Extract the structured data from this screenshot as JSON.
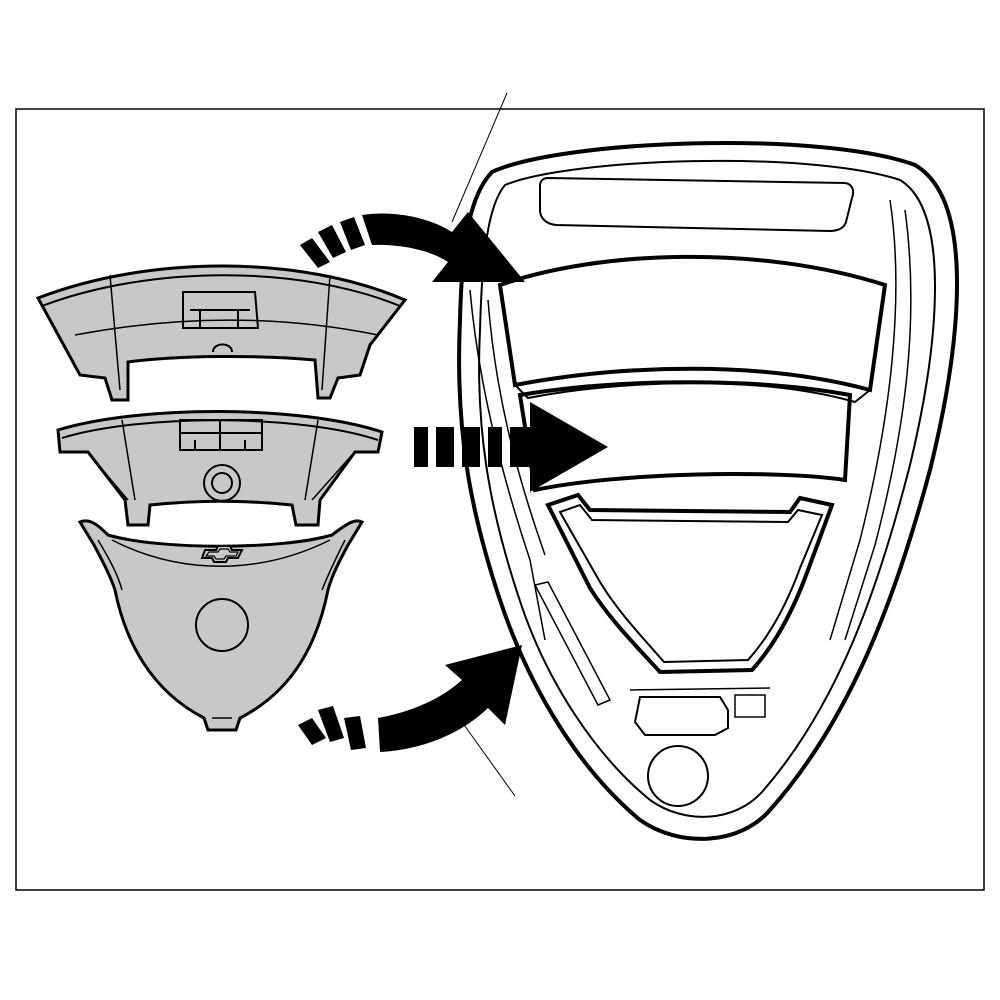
{
  "diagram": {
    "parts": [
      {
        "name": "upper-trim-piece"
      },
      {
        "name": "middle-trim-piece"
      },
      {
        "name": "lower-trim-piece-with-emblem"
      }
    ],
    "target": {
      "name": "steering-wheel-hub"
    },
    "arrows": [
      {
        "name": "install-arrow-upper",
        "style": "curved-dashed"
      },
      {
        "name": "install-arrow-middle",
        "style": "straight-dashed"
      },
      {
        "name": "install-arrow-lower",
        "style": "curved-dashed"
      }
    ],
    "colors": {
      "part_fill": "#c8c8c8",
      "line": "#000000",
      "background": "#ffffff"
    }
  }
}
